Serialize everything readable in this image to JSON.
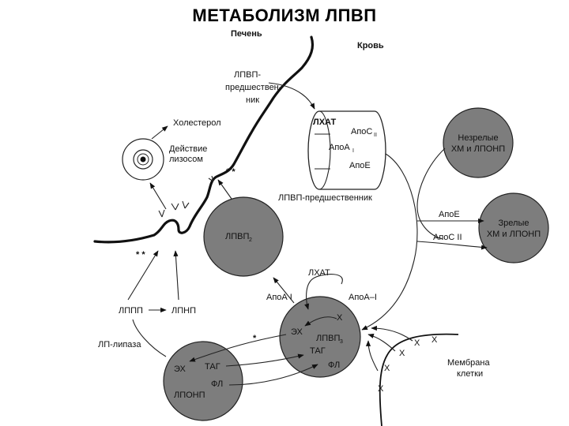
{
  "title": "МЕТАБОЛИЗМ ЛПВП",
  "labels": {
    "liver": "Печень",
    "blood": "Кровь",
    "precursor_top_1": "ЛПВП-",
    "precursor_top_2": "предшествен-",
    "precursor_top_3": "ник",
    "cholesterol": "Холестерол",
    "lysosome_1": "Действие",
    "lysosome_2": "лизосом",
    "lcat_disc": "ЛХАТ",
    "apoc2_disc": "АпоС",
    "apoc2_disc_sub": "II",
    "apoa1_disc": "АпоА",
    "apoa1_disc_sub": "I",
    "apoe_disc": "АпоЕ",
    "precursor_caption": "ЛПВП-предшественник",
    "hdl2": "ЛПВП",
    "hdl2_sub": "2",
    "immature_1": "Незрелые",
    "immature_2": "ХМ и ЛПОНП",
    "mature_1": "Зрелые",
    "mature_2": "ХМ и ЛПОНП",
    "apoe_arrow": "АпоЕ",
    "apoc2_arrow": "АпоС II",
    "lcat_hdl3": "ЛХАТ",
    "apoa1_left": "АпоА I",
    "apoa1_right": "АпоА–I",
    "ldl": "ЛППП",
    "idl": "ЛПНП",
    "lp_lipase": "ЛП-липаза",
    "hdl3_ex": "ЭХ",
    "hdl3_x": "Х",
    "hdl3": "ЛПВП",
    "hdl3_sub": "3",
    "hdl3_tag": "ТАГ",
    "hdl3_fl": "ФЛ",
    "lponp_ex": "ЭХ",
    "lponp_tag": "ТАГ",
    "lponp_fl": "ФЛ",
    "lponp": "ЛПОНП",
    "membrane_1": "Мембрана",
    "membrane_2": "клетки",
    "asterisk_pair": "* *",
    "asterisk": "*",
    "membrane_mark": "X"
  }
}
